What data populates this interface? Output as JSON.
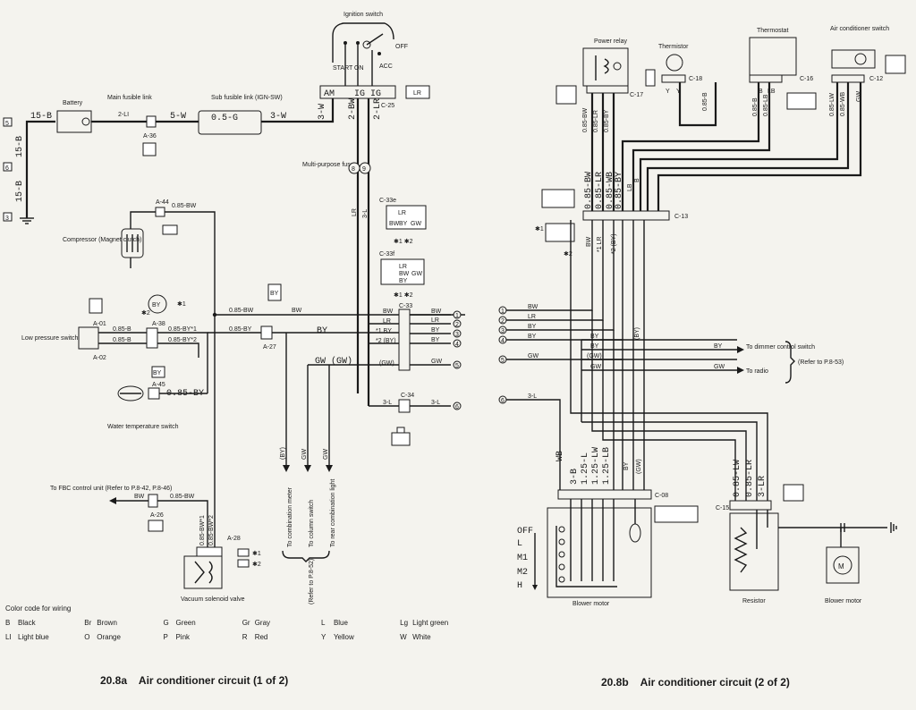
{
  "left": {
    "ignition_switch": "Ignition switch",
    "ign_positions": [
      "START",
      "ON",
      "ACC",
      "OFF"
    ],
    "ign_terminals": [
      "AM",
      "IG",
      "IG"
    ],
    "c25": "C-25",
    "battery": "Battery",
    "main_fusible_link": "Main fusible link",
    "main_fusible_wire": "2-LI",
    "sub_fusible_link": "Sub fusible link (IGN-SW)",
    "sub_fusible_value": "0.5-G",
    "a36": "A-36",
    "wire_5w": "5-W",
    "wire_3w": "3-W",
    "wire_3w_v": "3-W",
    "wire_2bw": "2-BW",
    "wire_2lr": "2-LR",
    "ground_labels": [
      "15-B",
      "15-B",
      "15-B"
    ],
    "ground_ids": [
      "5",
      "6",
      "3"
    ],
    "multi_fuse": "Multi-purpose fuse",
    "fuse_nums": [
      "8",
      "9"
    ],
    "wire_lr": "LR",
    "wire_3l": "3-L",
    "c33e": "C-33e",
    "c33f": "C-33f",
    "c33e_pins": [
      "LR",
      "BW",
      "BY",
      "GW"
    ],
    "c33f_pins": [
      "LR",
      "BW",
      "BY",
      "GW"
    ],
    "a44": "A-44",
    "a44_wire": "0.85-BW",
    "compressor": "Compressor (Magnet clutch)",
    "a01": "A-01",
    "a02": "A-02",
    "a38": "A-38",
    "a27": "A-27",
    "c33": "C-33",
    "c34": "C-34",
    "a45": "A-45",
    "a45_wire": "0.85-BY",
    "a26": "A-26",
    "a28": "A-28",
    "low_pressure": "Low pressure switch",
    "water_temp": "Water temperature switch",
    "fbc": "To FBC control unit (Refer to P.8-42, P.8-46)",
    "vacuum": "Vacuum solenoid valve",
    "wires": {
      "w085bw_top": "0.85-BW",
      "bw": "BW",
      "w085b_1": "0.85-B",
      "w085b_2": "0.85-B",
      "w085by1": "0.85-BY*1",
      "w085by2": "0.85-BY*2",
      "w085bw": "0.85-BW",
      "by": "BY",
      "gw_gw": "GW (GW)",
      "w085bw_fbc": "0.85-BW",
      "w085bw_v1": "0.85-BW*1",
      "w085bw_v2": "0.85-BW*2",
      "bw_fbc": "BW"
    },
    "c33_pins": [
      "BW",
      "LR",
      "*1 BY",
      "*2 (BY)",
      "(GW)"
    ],
    "out_pins": [
      "BW",
      "LR",
      "BY",
      "BY",
      "GW",
      "3-L"
    ],
    "out_ids": [
      "1",
      "2",
      "3",
      "4",
      "5",
      "6"
    ],
    "c34_pin": "3-L",
    "down_wires": [
      "(BY)",
      "GW",
      "GW"
    ],
    "down_dest": [
      "To combination meter",
      "To column switch",
      "To rear combination light"
    ],
    "refer_p8_52": "(Refer to P.8-52)",
    "sub_marks": [
      "*1",
      "*2"
    ]
  },
  "right": {
    "power_relay": "Power relay",
    "c17": "C-17",
    "thermistor": "Thermistor",
    "c18": "C-18",
    "thermostat": "Thermostat",
    "c16": "C-16",
    "ac_switch": "Air conditioner switch",
    "c12": "C-12",
    "c13": "C-13",
    "c08": "C-08",
    "c15": "C-15",
    "relay_wires": [
      "0.85-BW",
      "0.85-LR",
      "0.85-BY"
    ],
    "thermistor_wires": [
      "Y",
      "Y"
    ],
    "c18_wire": "0.85-B",
    "thermostat_wires": [
      "0.85-B",
      "0.85-LB"
    ],
    "thermostat_pins": [
      "B",
      "LB"
    ],
    "ac_wires": [
      "0.85-LW",
      "0.85-WB"
    ],
    "ac_pins": [
      "LW",
      "WB",
      "GW"
    ],
    "bundle_labels": [
      "0.85-BW",
      "0.85-LR",
      "0.85-WB",
      "0.85-BY"
    ],
    "bundle_extra": [
      "LB",
      "B"
    ],
    "c13_out": [
      "BW",
      "*1 LR",
      "*2 (BY)",
      "(BY)"
    ],
    "in_ids": [
      "1",
      "2",
      "3",
      "4",
      "5",
      "6"
    ],
    "in_pins": [
      "BW",
      "LR",
      "BY",
      "BY",
      "GW",
      "3-L"
    ],
    "mid_pins": [
      "BY",
      "BY",
      "(GW)",
      "GW"
    ],
    "dimmer_wire": "BY",
    "dimmer": "To dimmer control switch",
    "radio_wire": "GW",
    "radio": "To radio",
    "refer_p8_53": "(Refer to P.8-53)",
    "blower_wires": [
      "WB",
      "3-B",
      "1.25-L",
      "1.25-LW",
      "1.25-LB",
      "BY",
      "(GW)"
    ],
    "resistor_wires": [
      "0.85-LW",
      "0.85-LR",
      "3-LR"
    ],
    "speeds": [
      "OFF",
      "L",
      "M1",
      "M2",
      "H"
    ],
    "blower_motor_left": "Blower motor",
    "resistor": "Resistor",
    "blower_motor_right": "Blower motor",
    "sub_marks": [
      "*1",
      "*2"
    ]
  },
  "legend": {
    "title": "Color code for wiring",
    "rows": [
      [
        [
          "B",
          "Black"
        ],
        [
          "Br",
          "Brown"
        ],
        [
          "G",
          "Green"
        ],
        [
          "Gr",
          "Gray"
        ],
        [
          "L",
          "Blue"
        ],
        [
          "Lg",
          "Light green"
        ]
      ],
      [
        [
          "LI",
          "Light blue"
        ],
        [
          "O",
          "Orange"
        ],
        [
          "P",
          "Pink"
        ],
        [
          "R",
          "Red"
        ],
        [
          "Y",
          "Yellow"
        ],
        [
          "W",
          "White"
        ]
      ]
    ]
  },
  "captions": {
    "left_num": "20.8a",
    "left_title": "Air conditioner circuit (1 of 2)",
    "right_num": "20.8b",
    "right_title": "Air conditioner circuit (2 of 2)"
  }
}
